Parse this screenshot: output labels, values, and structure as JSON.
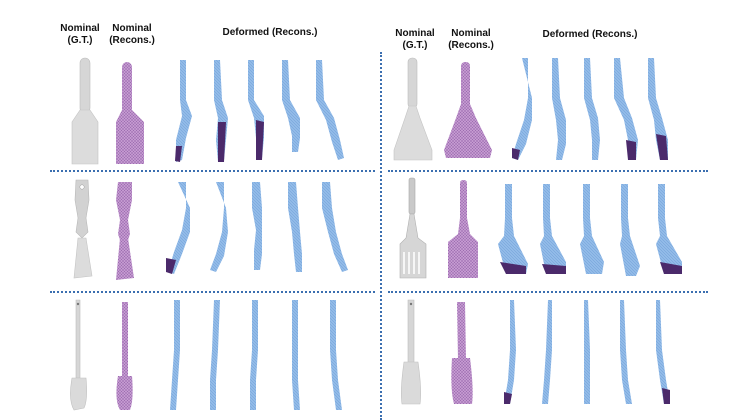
{
  "headers": {
    "nominal_gt_line1": "Nominal",
    "nominal_gt_line2": "(G.T.)",
    "nominal_recons_line1": "Nominal",
    "nominal_recons_line2": "(Recons.)",
    "deformed": "Deformed (Recons.)"
  },
  "colors": {
    "gt_gray": "#d9d9d9",
    "recons_purple": "#b98fc6",
    "deformed_blue": "#8db6e6",
    "tip_dark": "#4b2a6b",
    "divider": "#3b6fb0"
  },
  "panels": [
    {
      "name": "turner-flat",
      "deformed_count": 5
    },
    {
      "name": "turner-wide",
      "deformed_count": 5
    },
    {
      "name": "putty-knife",
      "deformed_count": 5
    },
    {
      "name": "slotted-turner",
      "deformed_count": 5
    },
    {
      "name": "spatula-thin",
      "deformed_count": 5
    },
    {
      "name": "spatula-angled",
      "deformed_count": 5
    }
  ]
}
